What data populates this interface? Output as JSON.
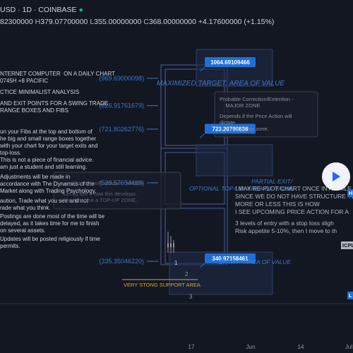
{
  "header": {
    "symbol": "USD · 1D · COINBASE",
    "ohlc": {
      "o": "82300000",
      "h": "379.07700000",
      "l": "355.00000000",
      "c": "368.00000000",
      "chg": "+4.17600000 (+1.15%)"
    },
    "labels": {
      "h": "H",
      "l": "L",
      "c": "C"
    }
  },
  "notes": {
    "n1": "NTERNET COMPUTER  ON A DAILY CHART\n0745H +8 PACIFIC",
    "n2": "CTICE MINIMALIST ANALYSIS",
    "n3": "AND EXIT POINTS FOR A SWING TRADE\nRANGE BOXES AND FIBS",
    "n4": "un your Fibs at the top and bottom of\nhe big and small range boxes together\nwith your chart for your target exits and\ntop-loss.",
    "n5": "This is not a piece of financial advice.\nam just a student and still learning.",
    "n6": "Adjustments will be made in\naccordance with The Dynamics of the\nMarket along with Trading Psychology.",
    "n7": "aution, Trade what you see and not\nrade what you think.",
    "n8": "Postings are done most of the time will be\ndelayed, as it takes time for me to finish\non several assets.",
    "n9": "Updates will be posted religiously if time\npermits."
  },
  "annotations": {
    "max_target": "MAXIMIZED TARGET: AREA OF VALUE",
    "probable_major": "Probable Correction/Extention -\n    MAJOR ZONE",
    "depends": "Depends if the Price Action will\ndictate\na top-up in this zone.",
    "partial_exit": "PARTIAL EXIT/",
    "optional_topup": "OPTIONAL TOP-UP: AREA OF VALUE",
    "probable_minor": "Correction/Extention - MINOR",
    "see_develops": "Let us see if how this develops.\nMay become a TOP-UP ZONE.",
    "support": "VERY STONG SUPPORT AREA",
    "entry": "ENTRY - AREA OF VALUE",
    "replot": "I MAY RE-PLOT CHART ONCE IN AWHILE\nSINCE WE DO NOT HAVE STRUCTURE YE\nMORE OR LESS THIS IS HOW\nI SEE UPCOMING PRICE ACTION FOR A",
    "levels": "3 levels of entry with a stop loss sligh\nRisk appetite 5-10%, then I move to th",
    "wave2": "2",
    "wave3": "3",
    "wave1": "1"
  },
  "right_tags": {
    "h": "H",
    "icp": "ICPL",
    "l": "L"
  },
  "colors": {
    "bg": "#131722",
    "box": "#4a5f9a",
    "price_tag": "#1e6fd9",
    "level_text": "#3a78c8",
    "support_text": "#d9a23a",
    "candle": "#9598a1"
  },
  "chart_data": {
    "type": "line",
    "title": "",
    "price_levels": [
      {
        "value": 1064.69109466,
        "label": "1064.69109466",
        "style": "tag"
      },
      {
        "value": 969.69000098,
        "label": "(969.69000098)",
        "style": "level"
      },
      {
        "value": 826.91761679,
        "label": "(826.91761679)",
        "style": "level"
      },
      {
        "value": 723.20790836,
        "label": "723.20790836",
        "style": "tag"
      },
      {
        "value": 721.80262776,
        "label": "(721.80262776)",
        "style": "level"
      },
      {
        "value": 528.57654498,
        "label": "(528.57654498)",
        "style": "level"
      },
      {
        "value": 340.97158461,
        "label": "340.97158461",
        "style": "tag"
      },
      {
        "value": 335.3504622,
        "label": "(335.35046220)",
        "style": "level"
      }
    ],
    "x_ticks": [
      "17",
      "Jun",
      "14",
      "Jul"
    ],
    "candle_range": {
      "high": 379.077,
      "low": 355.0,
      "close": 368.0
    }
  }
}
